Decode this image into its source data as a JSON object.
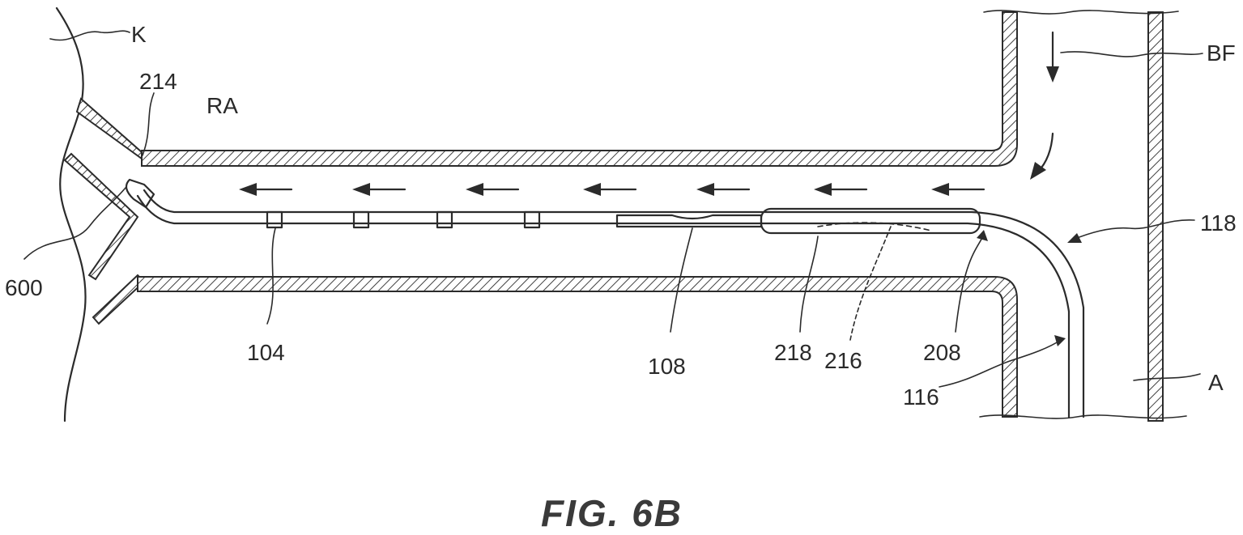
{
  "labels": {
    "K": "K",
    "n214": "214",
    "RA": "RA",
    "BF": "BF",
    "n118": "118",
    "n600": "600",
    "n104": "104",
    "n108": "108",
    "n218": "218",
    "n216": "216",
    "n208": "208",
    "n116": "116",
    "A": "A"
  },
  "figure_caption": "FIG. 6B"
}
